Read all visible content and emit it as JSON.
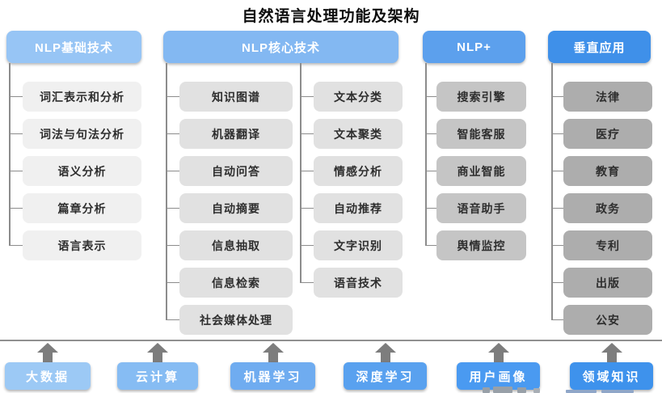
{
  "title": "自然语言处理功能及架构",
  "columns": [
    {
      "header": "NLP基础技术",
      "header_color": "#97C5F5",
      "item_color": "#F0F0F0",
      "groups": [
        [
          "词汇表示和分析",
          "词法与句法分析",
          "语义分析",
          "篇章分析",
          "语言表示"
        ]
      ]
    },
    {
      "header": "NLP核心技术",
      "header_color": "#83B8F2",
      "item_color": "#E1E1E1",
      "groups": [
        [
          "知识图谱",
          "机器翻译",
          "自动问答",
          "自动摘要",
          "信息抽取",
          "信息检索",
          "社会媒体处理"
        ],
        [
          "文本分类",
          "文本聚类",
          "情感分析",
          "自动推荐",
          "文字识别",
          "语音技术"
        ]
      ]
    },
    {
      "header": "NLP+",
      "header_color": "#5CA0ED",
      "item_color": "#C5C5C5",
      "groups": [
        [
          "搜索引擎",
          "智能客服",
          "商业智能",
          "语音助手",
          "舆情监控"
        ]
      ]
    },
    {
      "header": "垂直应用",
      "header_color": "#3F90E9",
      "item_color": "#ADADAD",
      "groups": [
        [
          "法律",
          "医疗",
          "教育",
          "政务",
          "专利",
          "出版",
          "公安"
        ]
      ]
    }
  ],
  "foundation": {
    "items": [
      {
        "label": "大数据",
        "color": "#9CC9F5"
      },
      {
        "label": "云计算",
        "color": "#86BCF3"
      },
      {
        "label": "机器学习",
        "color": "#6FACF0"
      },
      {
        "label": "深度学习",
        "color": "#59A1EF"
      },
      {
        "label": "用户画像",
        "color": "#4A9AF1"
      },
      {
        "label": "领域知识",
        "color": "#3E92EC"
      }
    ]
  },
  "colors": {
    "connector": "#8C8C8C",
    "separator": "#909090",
    "arrow": "#7D7D7D",
    "item_text": "#2E2E2E",
    "header_text": "#FFFFFF",
    "background": "#FFFFFF"
  }
}
